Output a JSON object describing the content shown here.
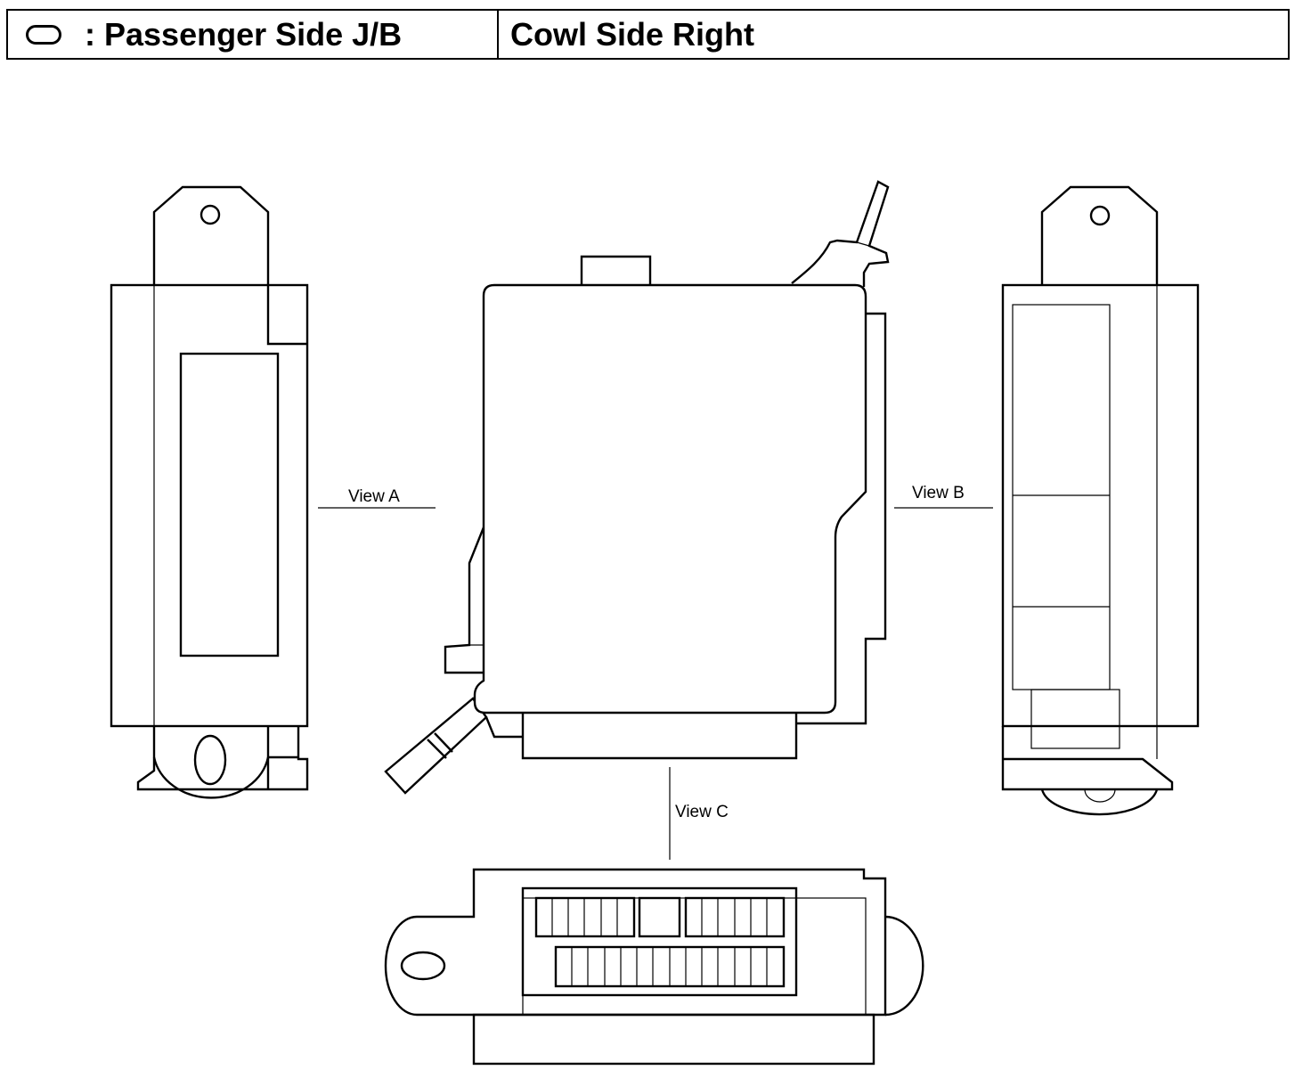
{
  "header": {
    "legend_symbol": "oval-connector-symbol",
    "legend_text": ": Passenger Side J/B",
    "location_text": "Cowl Side Right"
  },
  "views": {
    "view_a": "View A",
    "view_b": "View B",
    "view_c": "View C"
  }
}
